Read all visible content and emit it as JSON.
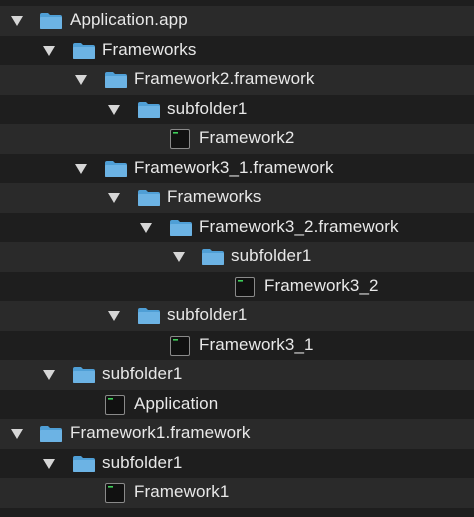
{
  "tree": {
    "rows": [
      {
        "label": "Application.app",
        "icon": "folder-icon",
        "expanded": true,
        "depth": 0
      },
      {
        "label": "Frameworks",
        "icon": "folder-icon",
        "expanded": true,
        "depth": 1
      },
      {
        "label": "Framework2.framework",
        "icon": "folder-icon",
        "expanded": true,
        "depth": 2
      },
      {
        "label": "subfolder1",
        "icon": "folder-icon",
        "expanded": true,
        "depth": 3
      },
      {
        "label": "Framework2",
        "icon": "executable-icon",
        "expanded": false,
        "depth": 4
      },
      {
        "label": "Framework3_1.framework",
        "icon": "folder-icon",
        "expanded": true,
        "depth": 2
      },
      {
        "label": "Frameworks",
        "icon": "folder-icon",
        "expanded": true,
        "depth": 3
      },
      {
        "label": "Framework3_2.framework",
        "icon": "folder-icon",
        "expanded": true,
        "depth": 4
      },
      {
        "label": "subfolder1",
        "icon": "folder-icon",
        "expanded": true,
        "depth": 5
      },
      {
        "label": "Framework3_2",
        "icon": "executable-icon",
        "expanded": false,
        "depth": 6
      },
      {
        "label": "subfolder1",
        "icon": "folder-icon",
        "expanded": true,
        "depth": 3
      },
      {
        "label": "Framework3_1",
        "icon": "executable-icon",
        "expanded": false,
        "depth": 4
      },
      {
        "label": "subfolder1",
        "icon": "folder-icon",
        "expanded": true,
        "depth": 1
      },
      {
        "label": "Application",
        "icon": "executable-icon",
        "expanded": false,
        "depth": 2
      },
      {
        "label": "Framework1.framework",
        "icon": "folder-icon",
        "expanded": true,
        "depth": 0
      },
      {
        "label": "subfolder1",
        "icon": "folder-icon",
        "expanded": true,
        "depth": 1
      },
      {
        "label": "Framework1",
        "icon": "executable-icon",
        "expanded": false,
        "depth": 2
      }
    ]
  },
  "colors": {
    "background": "#1e1e1e",
    "row_alt": "#2a2a2a",
    "text": "#e8e8e8",
    "folder_front": "#6cb3e4",
    "folder_back": "#4f9fd6",
    "disclosure": "#d6d6d6"
  }
}
